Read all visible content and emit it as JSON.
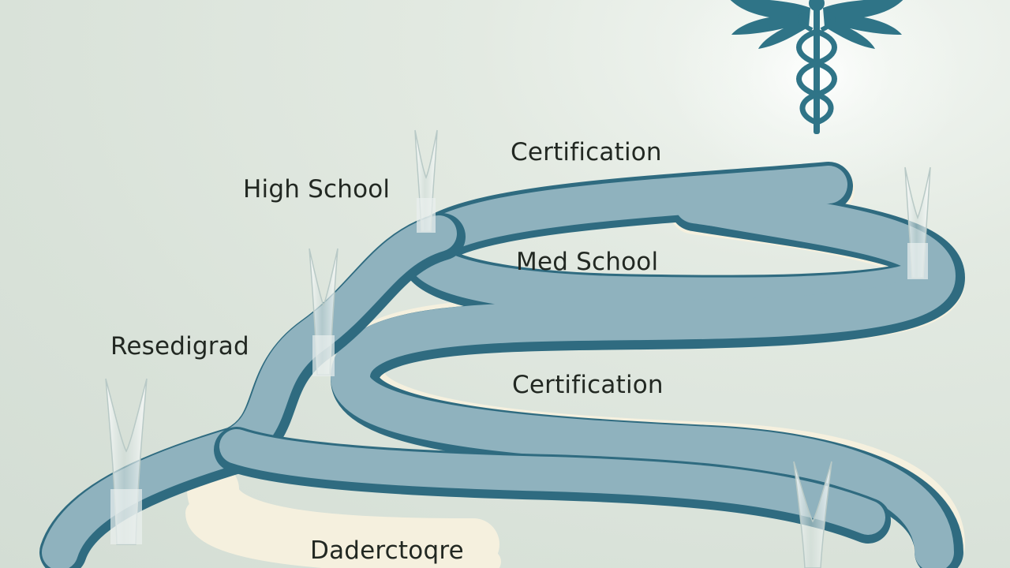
{
  "labels": {
    "high_school": "High School",
    "certification_top": "Certification",
    "med_school": "Med School",
    "residency": "Resedigrad",
    "certification_mid": "Certification",
    "bottom": "Daderctoqre"
  },
  "icons": {
    "emblem": "caduceus-icon",
    "milestone": "glass-milestone-post-icon"
  },
  "colors": {
    "background": "#dde5dd",
    "path_top": "#8fb2be",
    "path_side": "#2f6b80",
    "path_edge": "#f5f0de",
    "emblem": "#2f7487",
    "text": "#222822"
  }
}
